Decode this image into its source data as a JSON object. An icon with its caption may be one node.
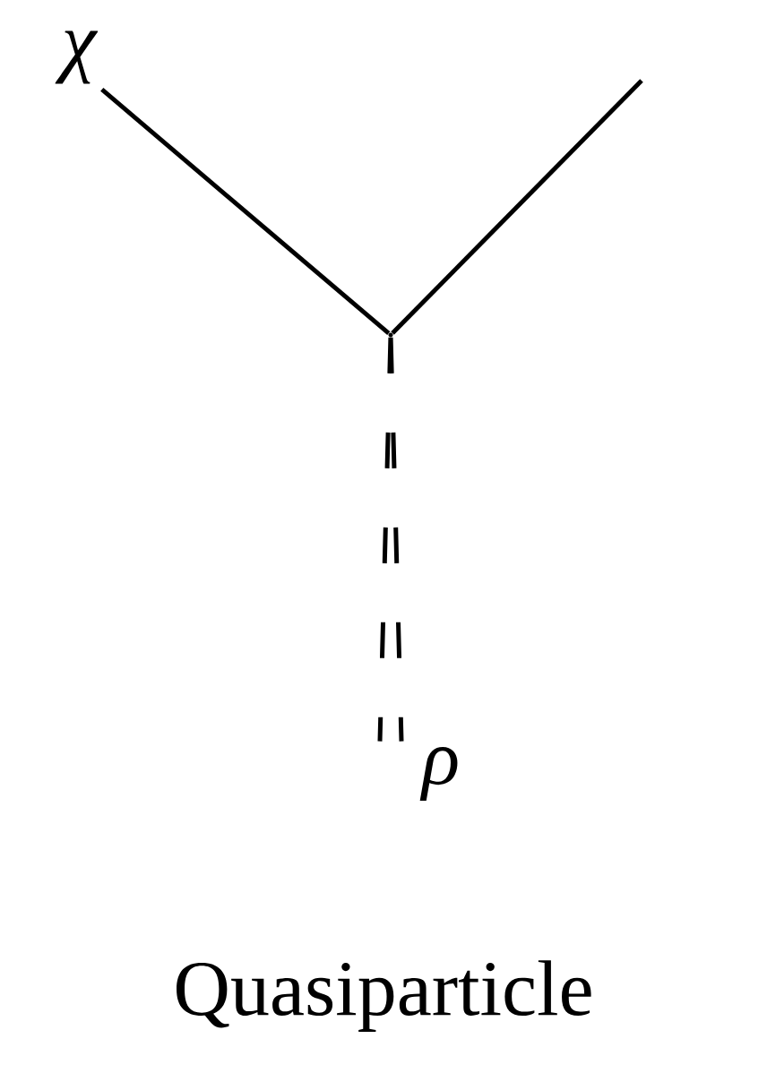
{
  "diagram": {
    "caption": "Quasiparticle",
    "nodes": [
      {
        "text": [
          "χ"
        ]
      },
      {
        "text": [],
        "shape": "point"
      },
      {
        "text": [
          "ρ"
        ]
      }
    ],
    "edges": [
      {
        "from": 0,
        "to": 1,
        "arrow": "none"
      },
      {
        "from": null,
        "to": 1,
        "arrow": "none"
      },
      {
        "from": 1,
        "to": 2,
        "arrow": "none",
        "style": "dashed"
      }
    ]
  }
}
